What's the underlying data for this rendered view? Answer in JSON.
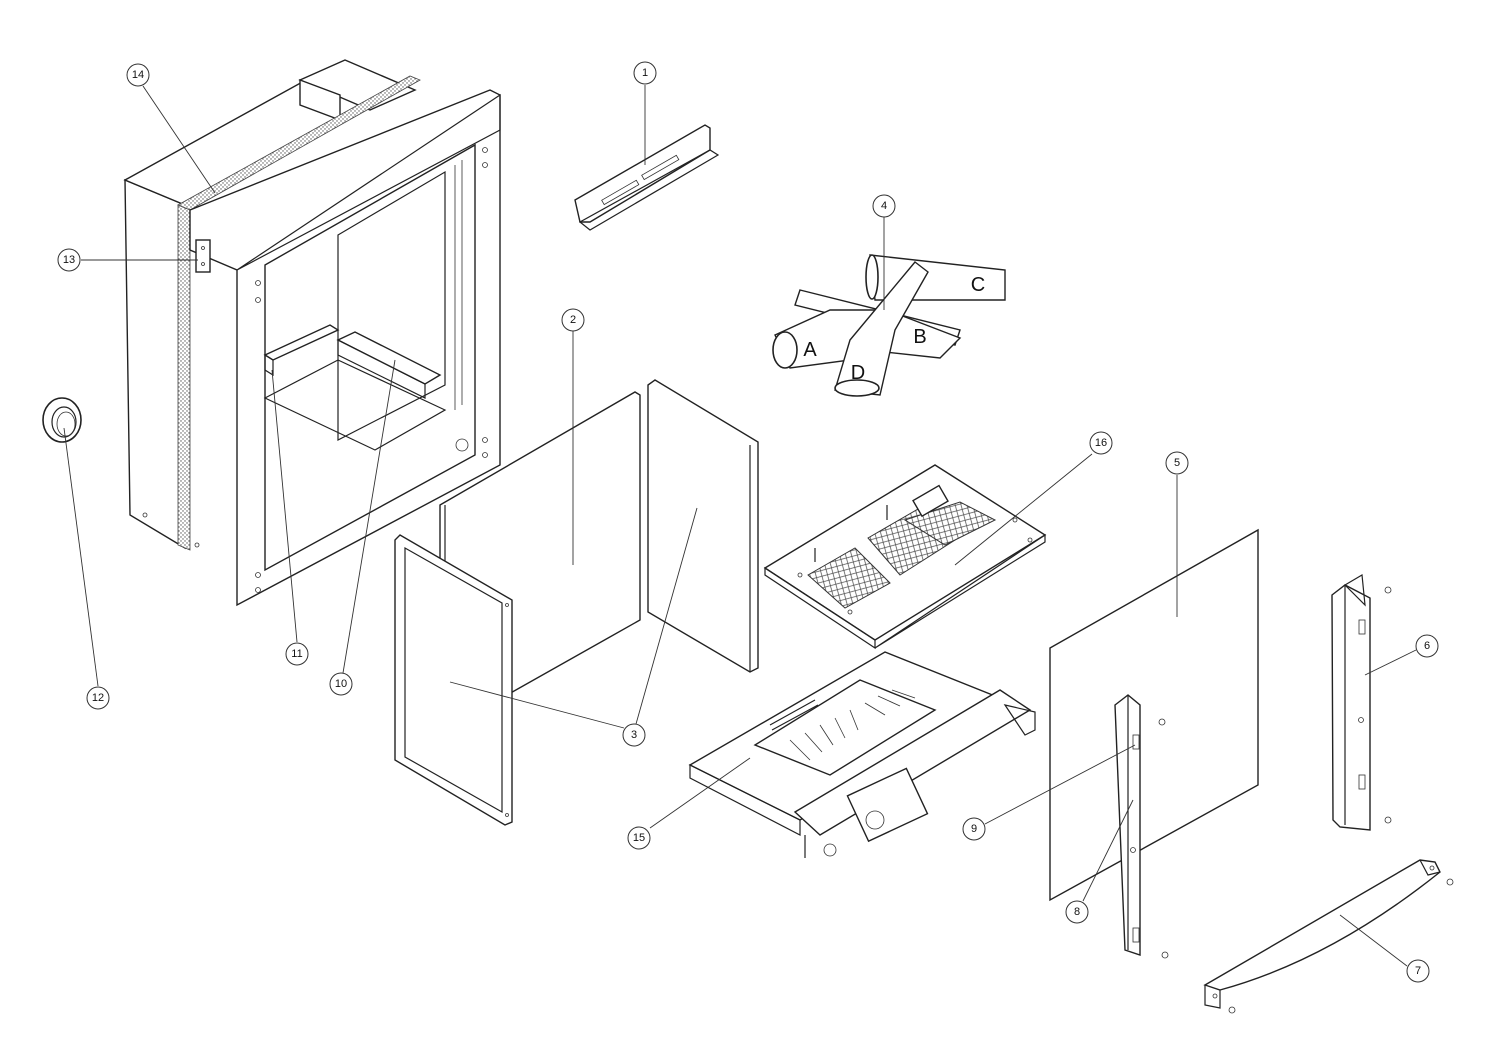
{
  "callouts": [
    {
      "id": "1",
      "label": "1"
    },
    {
      "id": "2",
      "label": "2"
    },
    {
      "id": "3",
      "label": "3"
    },
    {
      "id": "4",
      "label": "4"
    },
    {
      "id": "5",
      "label": "5"
    },
    {
      "id": "6",
      "label": "6"
    },
    {
      "id": "7",
      "label": "7"
    },
    {
      "id": "8",
      "label": "8"
    },
    {
      "id": "9",
      "label": "9"
    },
    {
      "id": "10",
      "label": "10"
    },
    {
      "id": "11",
      "label": "11"
    },
    {
      "id": "12",
      "label": "12"
    },
    {
      "id": "13",
      "label": "13"
    },
    {
      "id": "14",
      "label": "14"
    },
    {
      "id": "15",
      "label": "15"
    },
    {
      "id": "16",
      "label": "16"
    }
  ],
  "log_labels": {
    "a": "A",
    "b": "B",
    "c": "C",
    "d": "D"
  },
  "colors": {
    "line": "#222222",
    "background": "#ffffff"
  }
}
